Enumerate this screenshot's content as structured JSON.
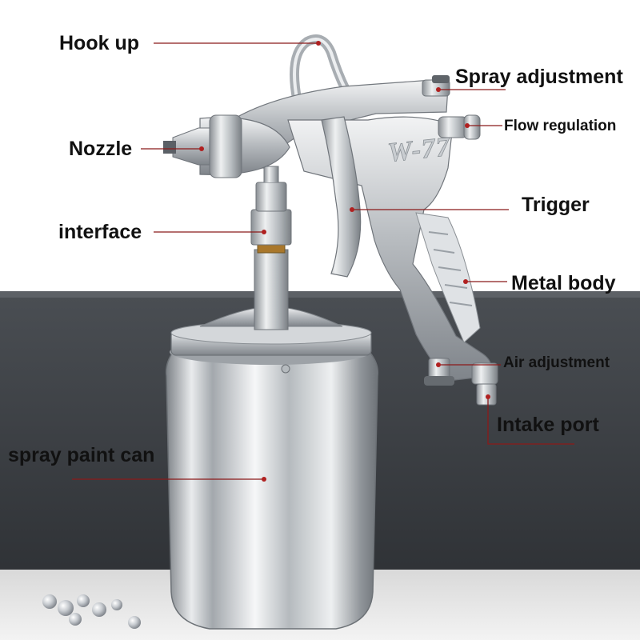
{
  "brand_marking": "W-77",
  "colors": {
    "callout": "#8b1a1a",
    "text": "#111111",
    "wall": "#3c4045",
    "floor": "#e8e8e8"
  },
  "labels": {
    "hook_up": "Hook up",
    "nozzle": "Nozzle",
    "interface": "interface",
    "spray_paint_can": "spray paint can",
    "spray_adjustment": "Spray adjustment",
    "flow_regulation": "Flow regulation",
    "trigger": "Trigger",
    "metal_body": "Metal body",
    "air_adjustment": "Air adjustment",
    "intake_port": "Intake port"
  }
}
